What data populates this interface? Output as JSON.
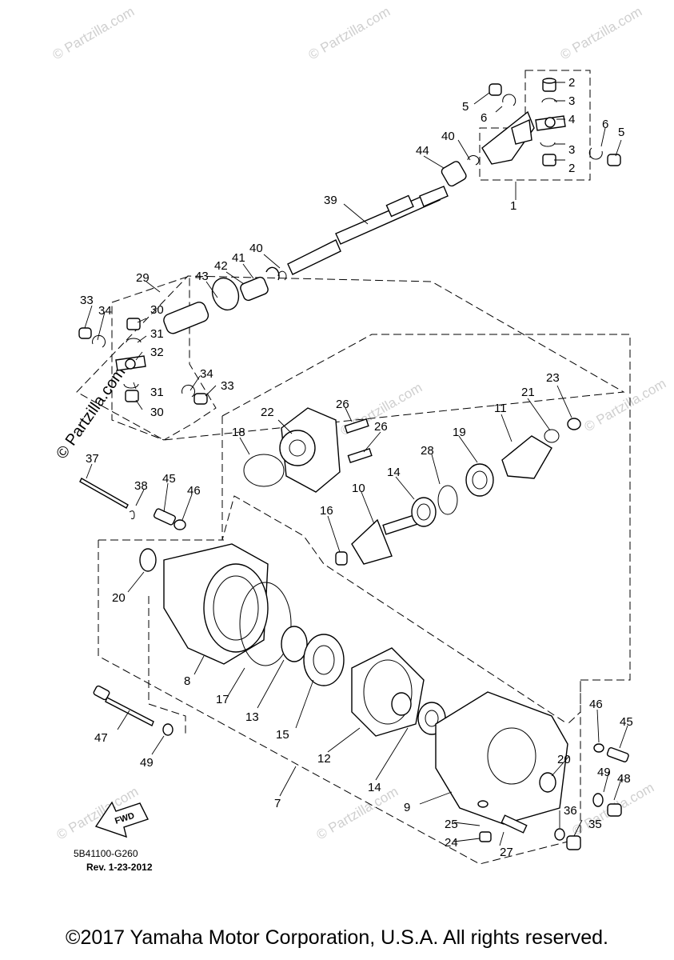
{
  "watermark": "© Partzilla.com",
  "diagram_code": "5B41100-G260",
  "revision": "Rev. 1-23-2012",
  "fwd_label": "FWD",
  "copyright": "©2017 Yamaha Motor Corporation, U.S.A. All rights reserved.",
  "callouts": {
    "c1": "1",
    "c2a": "2",
    "c2b": "2",
    "c3a": "3",
    "c3b": "3",
    "c4": "4",
    "c5a": "5",
    "c5b": "5",
    "c6a": "6",
    "c6b": "6",
    "c7": "7",
    "c8": "8",
    "c9": "9",
    "c10": "10",
    "c11": "11",
    "c12": "12",
    "c13": "13",
    "c14a": "14",
    "c14b": "14",
    "c15": "15",
    "c16": "16",
    "c17": "17",
    "c18": "18",
    "c19": "19",
    "c20a": "20",
    "c20b": "20",
    "c21": "21",
    "c22": "22",
    "c23": "23",
    "c24": "24",
    "c25": "25",
    "c26a": "26",
    "c26b": "26",
    "c27": "27",
    "c28": "28",
    "c29": "29",
    "c30a": "30",
    "c30b": "30",
    "c31a": "31",
    "c31b": "31",
    "c32": "32",
    "c33a": "33",
    "c33b": "33",
    "c34a": "34",
    "c34b": "34",
    "c35": "35",
    "c36": "36",
    "c37": "37",
    "c38": "38",
    "c39": "39",
    "c40a": "40",
    "c40b": "40",
    "c41": "41",
    "c42": "42",
    "c43": "43",
    "c44": "44",
    "c45a": "45",
    "c45b": "45",
    "c46a": "46",
    "c46b": "46",
    "c47": "47",
    "c48": "48",
    "c49a": "49",
    "c49b": "49"
  }
}
